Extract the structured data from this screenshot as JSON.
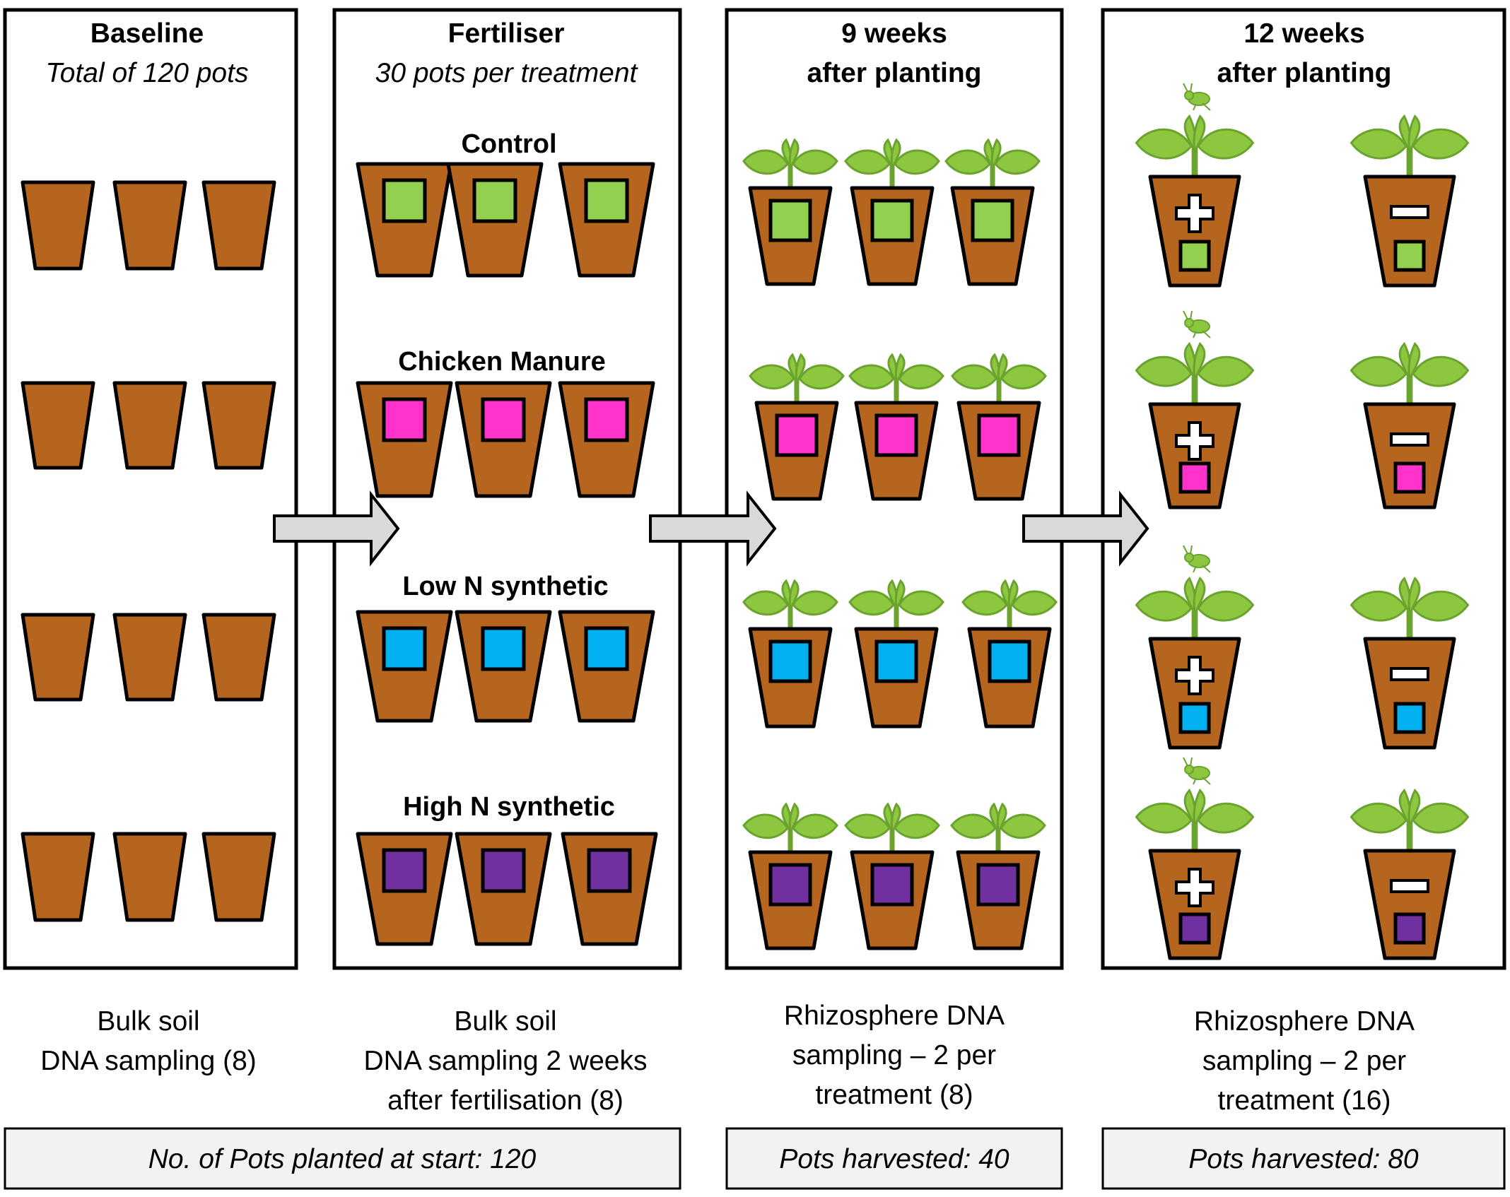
{
  "panels": [
    {
      "title": "Baseline",
      "subtitle": "Total of 120 pots"
    },
    {
      "title": "Fertiliser",
      "subtitle": "30 pots per treatment"
    },
    {
      "title": "9 weeks",
      "subtitle": "after planting"
    },
    {
      "title": "12 weeks",
      "subtitle": "after planting"
    }
  ],
  "treatments": [
    {
      "label": "Control",
      "color": "#92D050"
    },
    {
      "label": "Chicken Manure",
      "color": "#FF33CC"
    },
    {
      "label": "Low N synthetic",
      "color": "#00B0F0"
    },
    {
      "label": "High N synthetic",
      "color": "#7030A0"
    }
  ],
  "colors": {
    "pot": "#B5651D",
    "outline": "#000000",
    "leaf": "#8DC63F",
    "leaf_edge": "#6AA32E",
    "arrow": "#D9D9D9",
    "footer_bg": "#F2F2F2"
  },
  "captions": [
    {
      "line1": "Bulk soil",
      "line2": "DNA sampling (8)",
      "line3": ""
    },
    {
      "line1": "Bulk soil",
      "line2": "DNA sampling 2 weeks",
      "line3": "after fertilisation (8)"
    },
    {
      "line1": "Rhizosphere DNA",
      "line2": "sampling – 2 per",
      "line3": "treatment (8)"
    },
    {
      "line1": "Rhizosphere DNA",
      "line2": "sampling – 2 per",
      "line3": "treatment (16)"
    }
  ],
  "footers": [
    {
      "text": "No. of Pots planted at start: 120"
    },
    {
      "text": "Pots harvested: 40"
    },
    {
      "text": "Pots harvested: 80"
    }
  ],
  "symbols": {
    "plus": "+",
    "minus": "−"
  }
}
